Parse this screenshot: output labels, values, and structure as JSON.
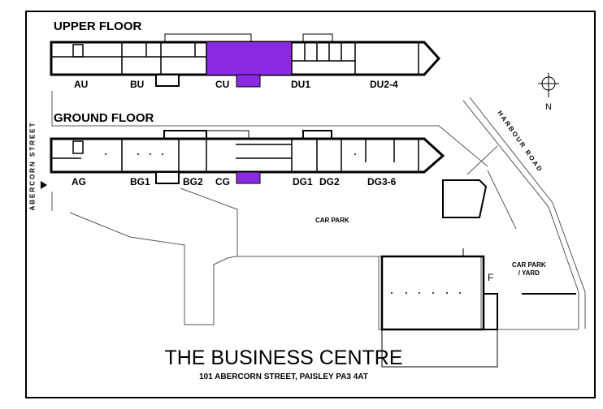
{
  "floors": {
    "upper": "UPPER FLOOR",
    "ground": "GROUND FLOOR"
  },
  "upper_units": [
    "AU",
    "BU",
    "CU",
    "DU1",
    "DU2-4"
  ],
  "ground_units": [
    "AG",
    "BG1",
    "BG2",
    "CG",
    "DG1",
    "DG2",
    "DG3-6"
  ],
  "highlighted_unit": "CU",
  "highlight_color": "#8a2be2",
  "streets": {
    "left": "ABERCORN STREET",
    "diagonal": "HARBOUR ROAD"
  },
  "areas": {
    "car_park": "CAR PARK",
    "car_park_yard_line1": "CAR PARK",
    "car_park_yard_line2": "/ YARD",
    "building_f": "F"
  },
  "north_label": "N",
  "title": "THE BUSINESS CENTRE",
  "address": "101 ABERCORN STREET, PAISLEY PA3 4AT"
}
